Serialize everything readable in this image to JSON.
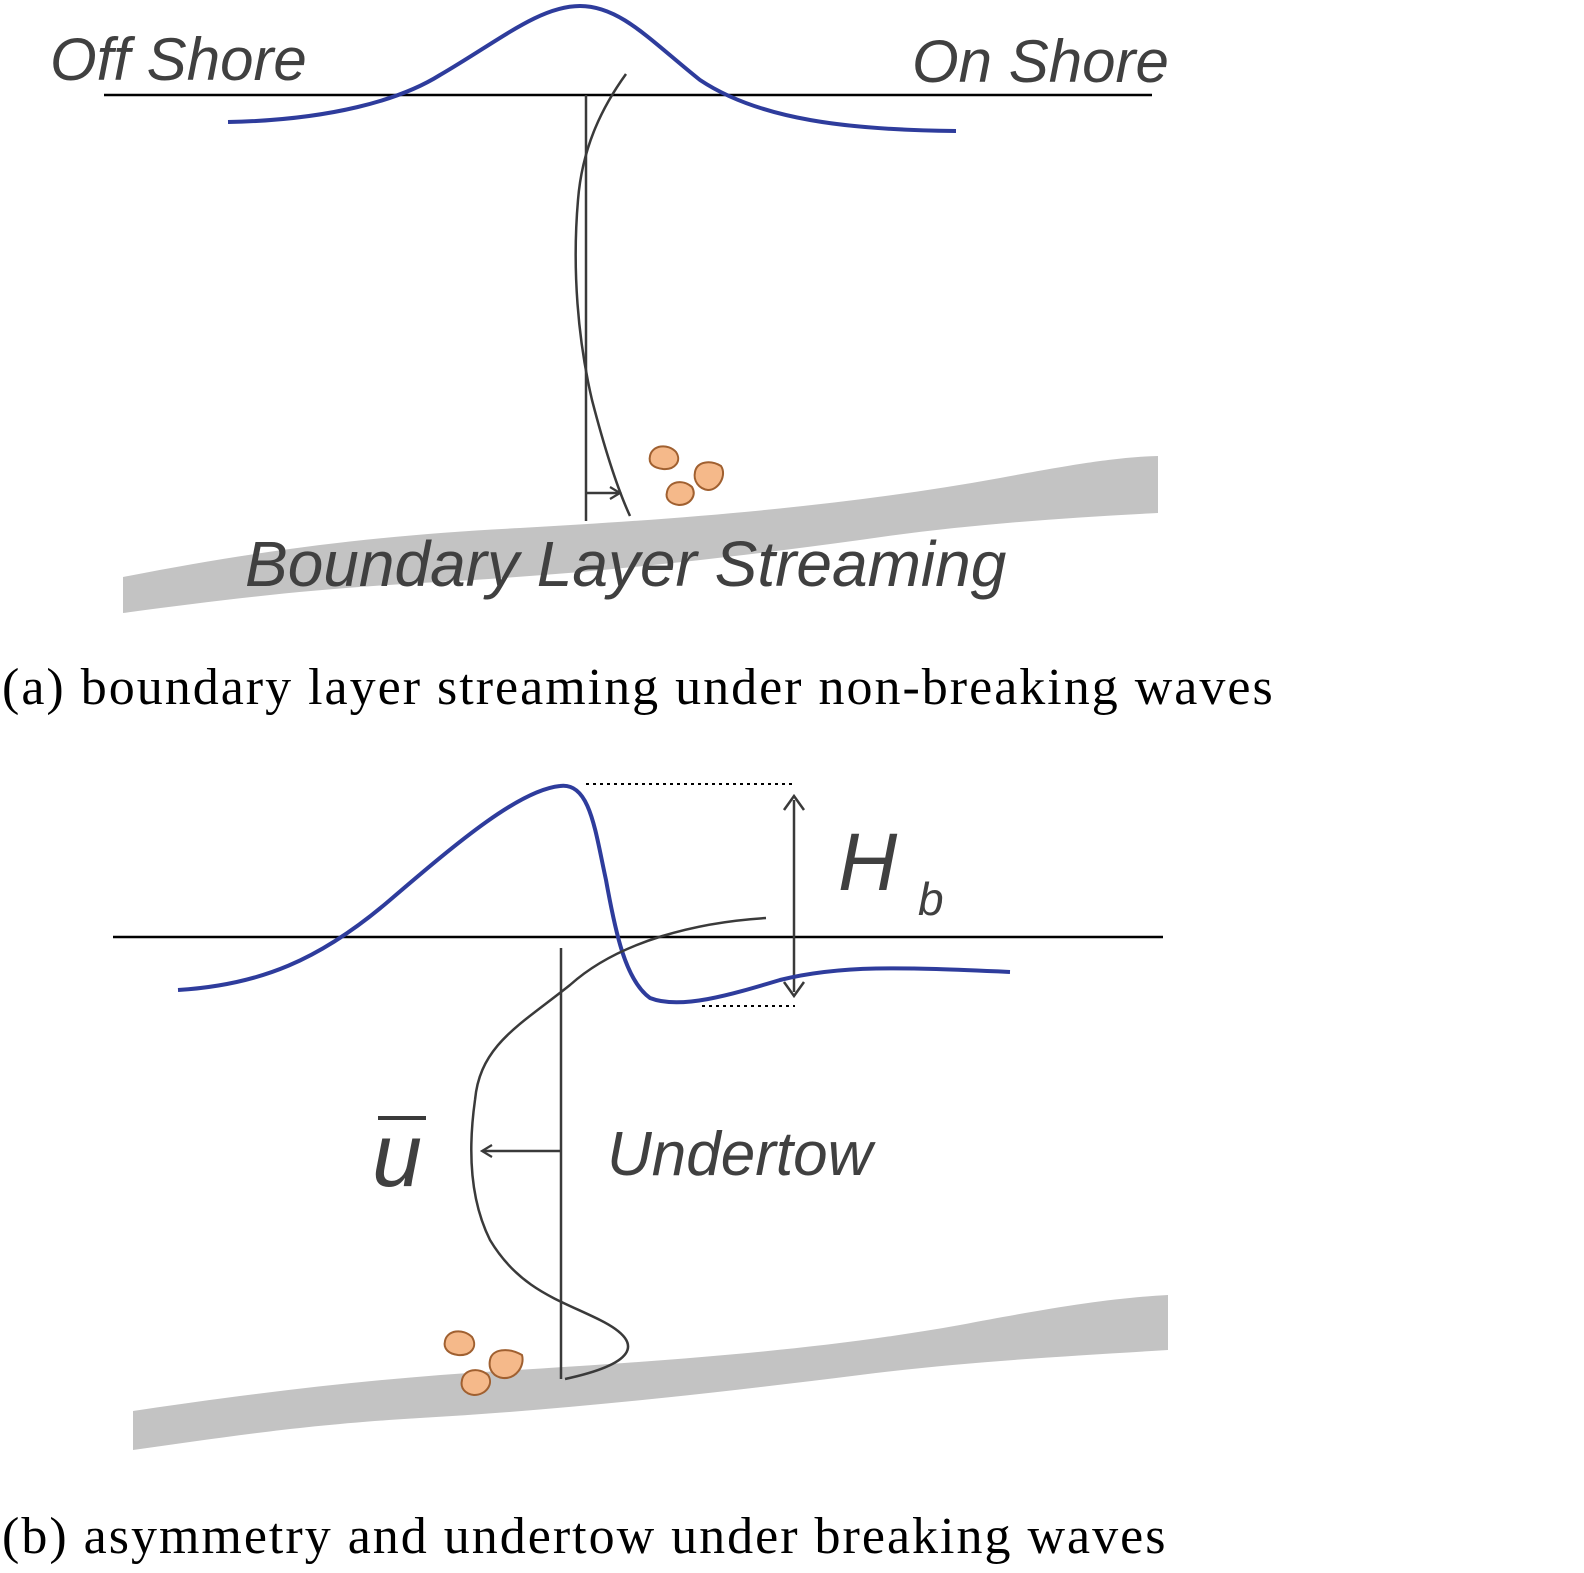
{
  "colors": {
    "wave": "#2e3c9c",
    "line": "#000000",
    "profile": "#3a3a3a",
    "seabed": "#c3c3c3",
    "sediment_fill": "#f5b98a",
    "sediment_stroke": "#a06030",
    "text": "#404040"
  },
  "panel_a": {
    "offshore_label": "Off Shore",
    "onshore_label": "On Shore",
    "streaming_label": "Boundary Layer Streaming",
    "caption": "(a) boundary layer streaming under non-breaking waves"
  },
  "panel_b": {
    "height_symbol": "H",
    "height_subscript": "b",
    "velocity_symbol": "u",
    "undertow_label": "Undertow",
    "caption": "(b) asymmetry and undertow under breaking waves"
  }
}
